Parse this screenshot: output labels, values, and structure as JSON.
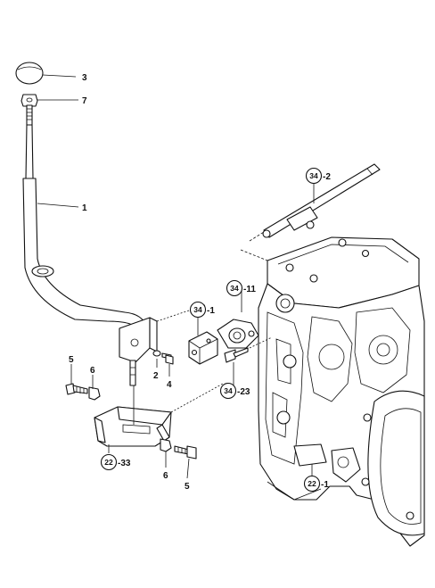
{
  "diagram": {
    "callouts": [
      {
        "id": "c3",
        "text": "3"
      },
      {
        "id": "c7",
        "text": "7"
      },
      {
        "id": "c1",
        "text": "1"
      },
      {
        "id": "c34-2-num",
        "text": "34"
      },
      {
        "id": "c34-2-suffix",
        "text": "-2"
      },
      {
        "id": "c34-11-num",
        "text": "34"
      },
      {
        "id": "c34-11-suffix",
        "text": "-11"
      },
      {
        "id": "c34-1-num",
        "text": "34"
      },
      {
        "id": "c34-1-suffix",
        "text": "-1"
      },
      {
        "id": "c34-23-num",
        "text": "34"
      },
      {
        "id": "c34-23-suffix",
        "text": "-23"
      },
      {
        "id": "c2",
        "text": "2"
      },
      {
        "id": "c4",
        "text": "4"
      },
      {
        "id": "c5a",
        "text": "5"
      },
      {
        "id": "c6a",
        "text": "6"
      },
      {
        "id": "c22-33-num",
        "text": "22"
      },
      {
        "id": "c22-33-suffix",
        "text": "-33"
      },
      {
        "id": "c6b",
        "text": "6"
      },
      {
        "id": "c5b",
        "text": "5"
      },
      {
        "id": "c22-1-num",
        "text": "22"
      },
      {
        "id": "c22-1-suffix",
        "text": "-1"
      }
    ]
  },
  "colors": {
    "line": "#111111",
    "background": "#ffffff"
  }
}
